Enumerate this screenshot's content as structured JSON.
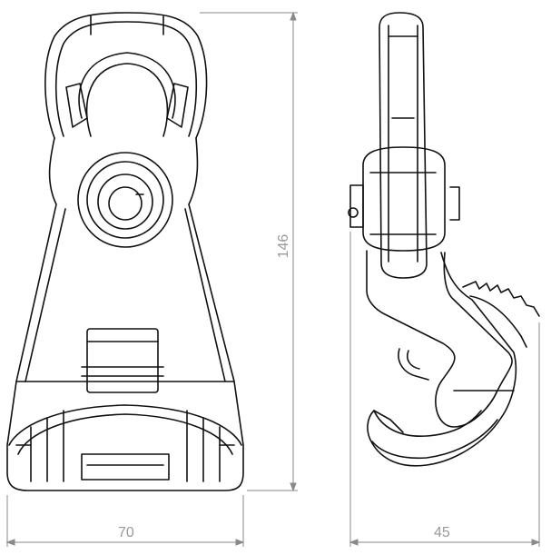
{
  "dimensions": {
    "width_front": "70",
    "height_front": "146",
    "width_side": "45"
  },
  "colors": {
    "outline": "#111111",
    "dimension": "#9a9a9a",
    "background": "#ffffff"
  }
}
